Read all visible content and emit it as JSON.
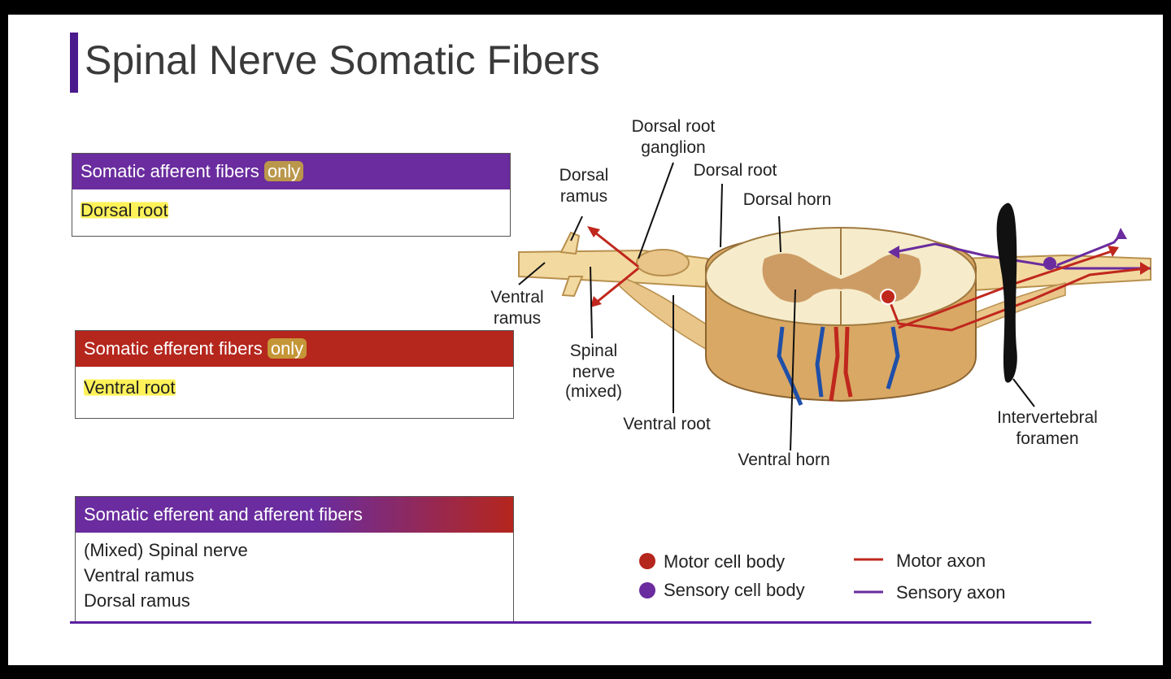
{
  "slide": {
    "title": "Spinal Nerve Somatic Fibers"
  },
  "boxes": [
    {
      "header_main": "Somatic afferent fibers",
      "header_hl": "only",
      "items": [
        "Dorsal root"
      ]
    },
    {
      "header_main": "Somatic efferent fibers",
      "header_hl": "only",
      "items": [
        "Ventral root"
      ]
    },
    {
      "header_main": "Somatic efferent and afferent fibers",
      "header_hl": "",
      "items": [
        "(Mixed) Spinal nerve",
        "Ventral ramus",
        "Dorsal ramus"
      ]
    }
  ],
  "diagram": {
    "labels": {
      "dorsal_root_ganglion_1": "Dorsal root",
      "dorsal_root_ganglion_2": "ganglion",
      "dorsal_ramus_1": "Dorsal",
      "dorsal_ramus_2": "ramus",
      "dorsal_root": "Dorsal root",
      "dorsal_horn": "Dorsal horn",
      "ventral_ramus_1": "Ventral",
      "ventral_ramus_2": "ramus",
      "spinal_nerve_1": "Spinal",
      "spinal_nerve_2": "nerve",
      "spinal_nerve_3": "(mixed)",
      "ventral_root": "Ventral root",
      "ventral_horn": "Ventral horn",
      "intervertebral_1": "Intervertebral",
      "intervertebral_2": "foramen"
    },
    "legend": {
      "motor_cell": "Motor cell body",
      "sensory_cell": "Sensory cell body",
      "motor_axon": "Motor axon",
      "sensory_axon": "Sensory axon"
    },
    "colors": {
      "motor": "#c0271d",
      "sensory": "#6a2c9e",
      "nerve": "#f2d9a0",
      "gray_matter": "#c9935a"
    }
  }
}
